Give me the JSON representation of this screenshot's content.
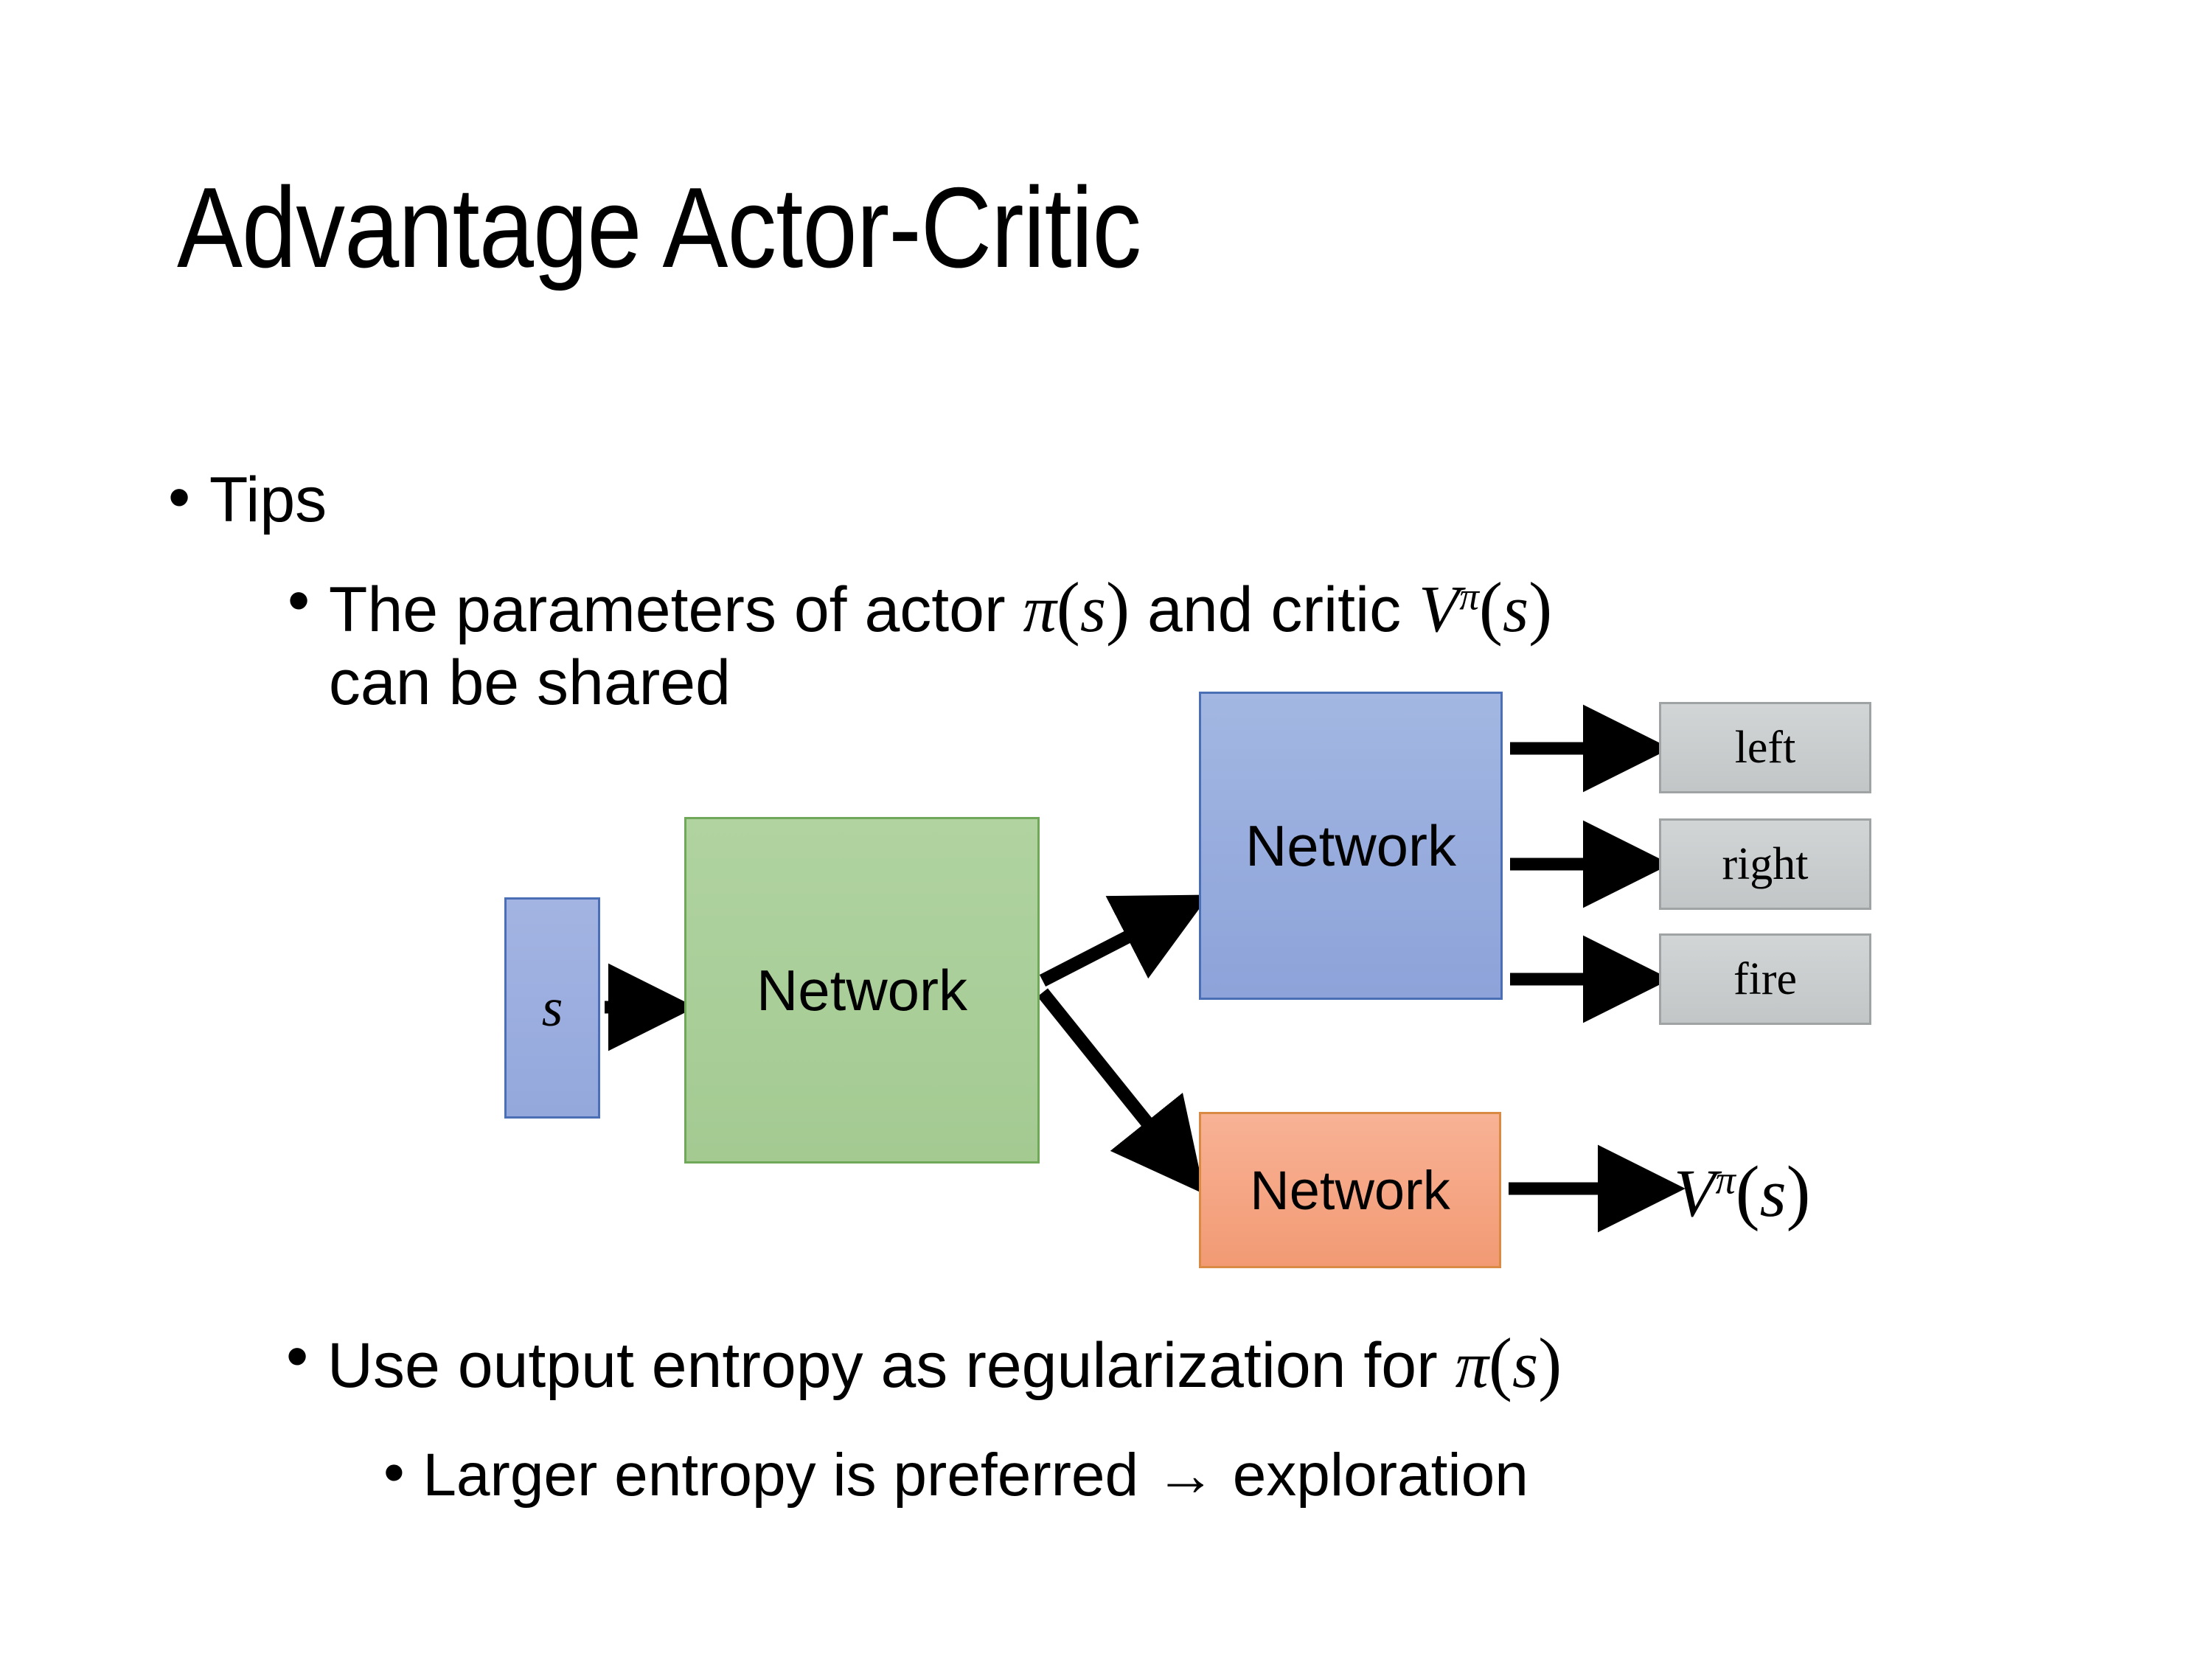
{
  "slide": {
    "title": "Advantage Actor-Critic",
    "background_color": "#ffffff",
    "text_color": "#000000"
  },
  "bullets": {
    "tips": {
      "marker": "•",
      "text": "Tips"
    },
    "shared_params": {
      "marker": "•",
      "prefix": "The parameters of actor ",
      "actor_symbol": "π",
      "actor_arg": "s",
      "middle": " and critic ",
      "critic_symbol": "V",
      "critic_superscript": "π",
      "critic_arg": "s",
      "suffix": "can be shared",
      "full_text": "The parameters of actor π(s)  and critic Vπ(s) can be shared"
    },
    "entropy": {
      "marker": "•",
      "prefix": "Use output entropy as regularization for ",
      "symbol": "π",
      "arg": "s",
      "full_text": "Use output entropy as regularization for π(s)"
    },
    "larger_entropy": {
      "marker": "•",
      "text": "Larger entropy is preferred → exploration"
    }
  },
  "diagram": {
    "state_box": {
      "label": "s",
      "fill": "#97aadd",
      "border": "#4a6fb5"
    },
    "shared_network": {
      "label": "Network",
      "fill": "#a9cf97",
      "border": "#6fa858"
    },
    "actor_network": {
      "label": "Network",
      "fill": "#95abdf",
      "border": "#4a6fb5"
    },
    "critic_network": {
      "label": "Network",
      "fill": "#f4a47e",
      "border": "#d98a45"
    },
    "actions": [
      {
        "label": "left",
        "fill": "#c8cbcc",
        "border": "#9fa3a4"
      },
      {
        "label": "right",
        "fill": "#c8cbcc",
        "border": "#9fa3a4"
      },
      {
        "label": "fire",
        "fill": "#c8cbcc",
        "border": "#9fa3a4"
      }
    ],
    "value_output": {
      "symbol": "V",
      "superscript": "π",
      "arg": "s",
      "full_text": "Vπ(s)"
    },
    "arrow_color": "#000000"
  }
}
